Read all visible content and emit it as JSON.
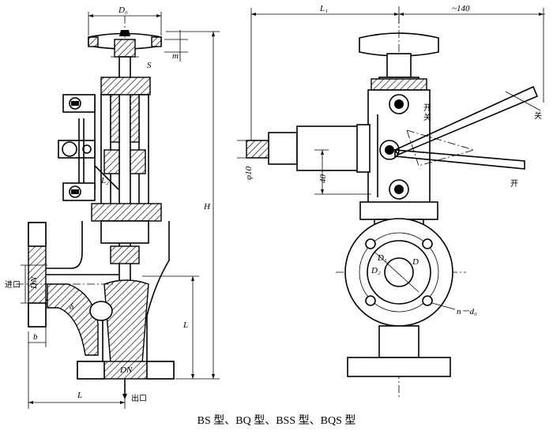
{
  "caption": "BS 型、BQ 型、BSS 型、BQS 型",
  "labels": {
    "d0": "D₀",
    "s": "S",
    "m": "m",
    "l1": "L₁",
    "approx140": "~140",
    "h": "H",
    "dn_inlet": "DN",
    "dn_outlet": "DN",
    "inlet": "进口",
    "outlet": "出口",
    "delta": "δ",
    "b": "b",
    "l_vertical": "L",
    "l_horizontal": "L",
    "phi10": "φ10",
    "dim40": "40",
    "open_top": "开",
    "close": "关",
    "open_bottom": "开",
    "d1": "D₁",
    "d2": "D₂",
    "d": "D",
    "n_d0": "n－d₀",
    "lbl_small": "L₂"
  }
}
